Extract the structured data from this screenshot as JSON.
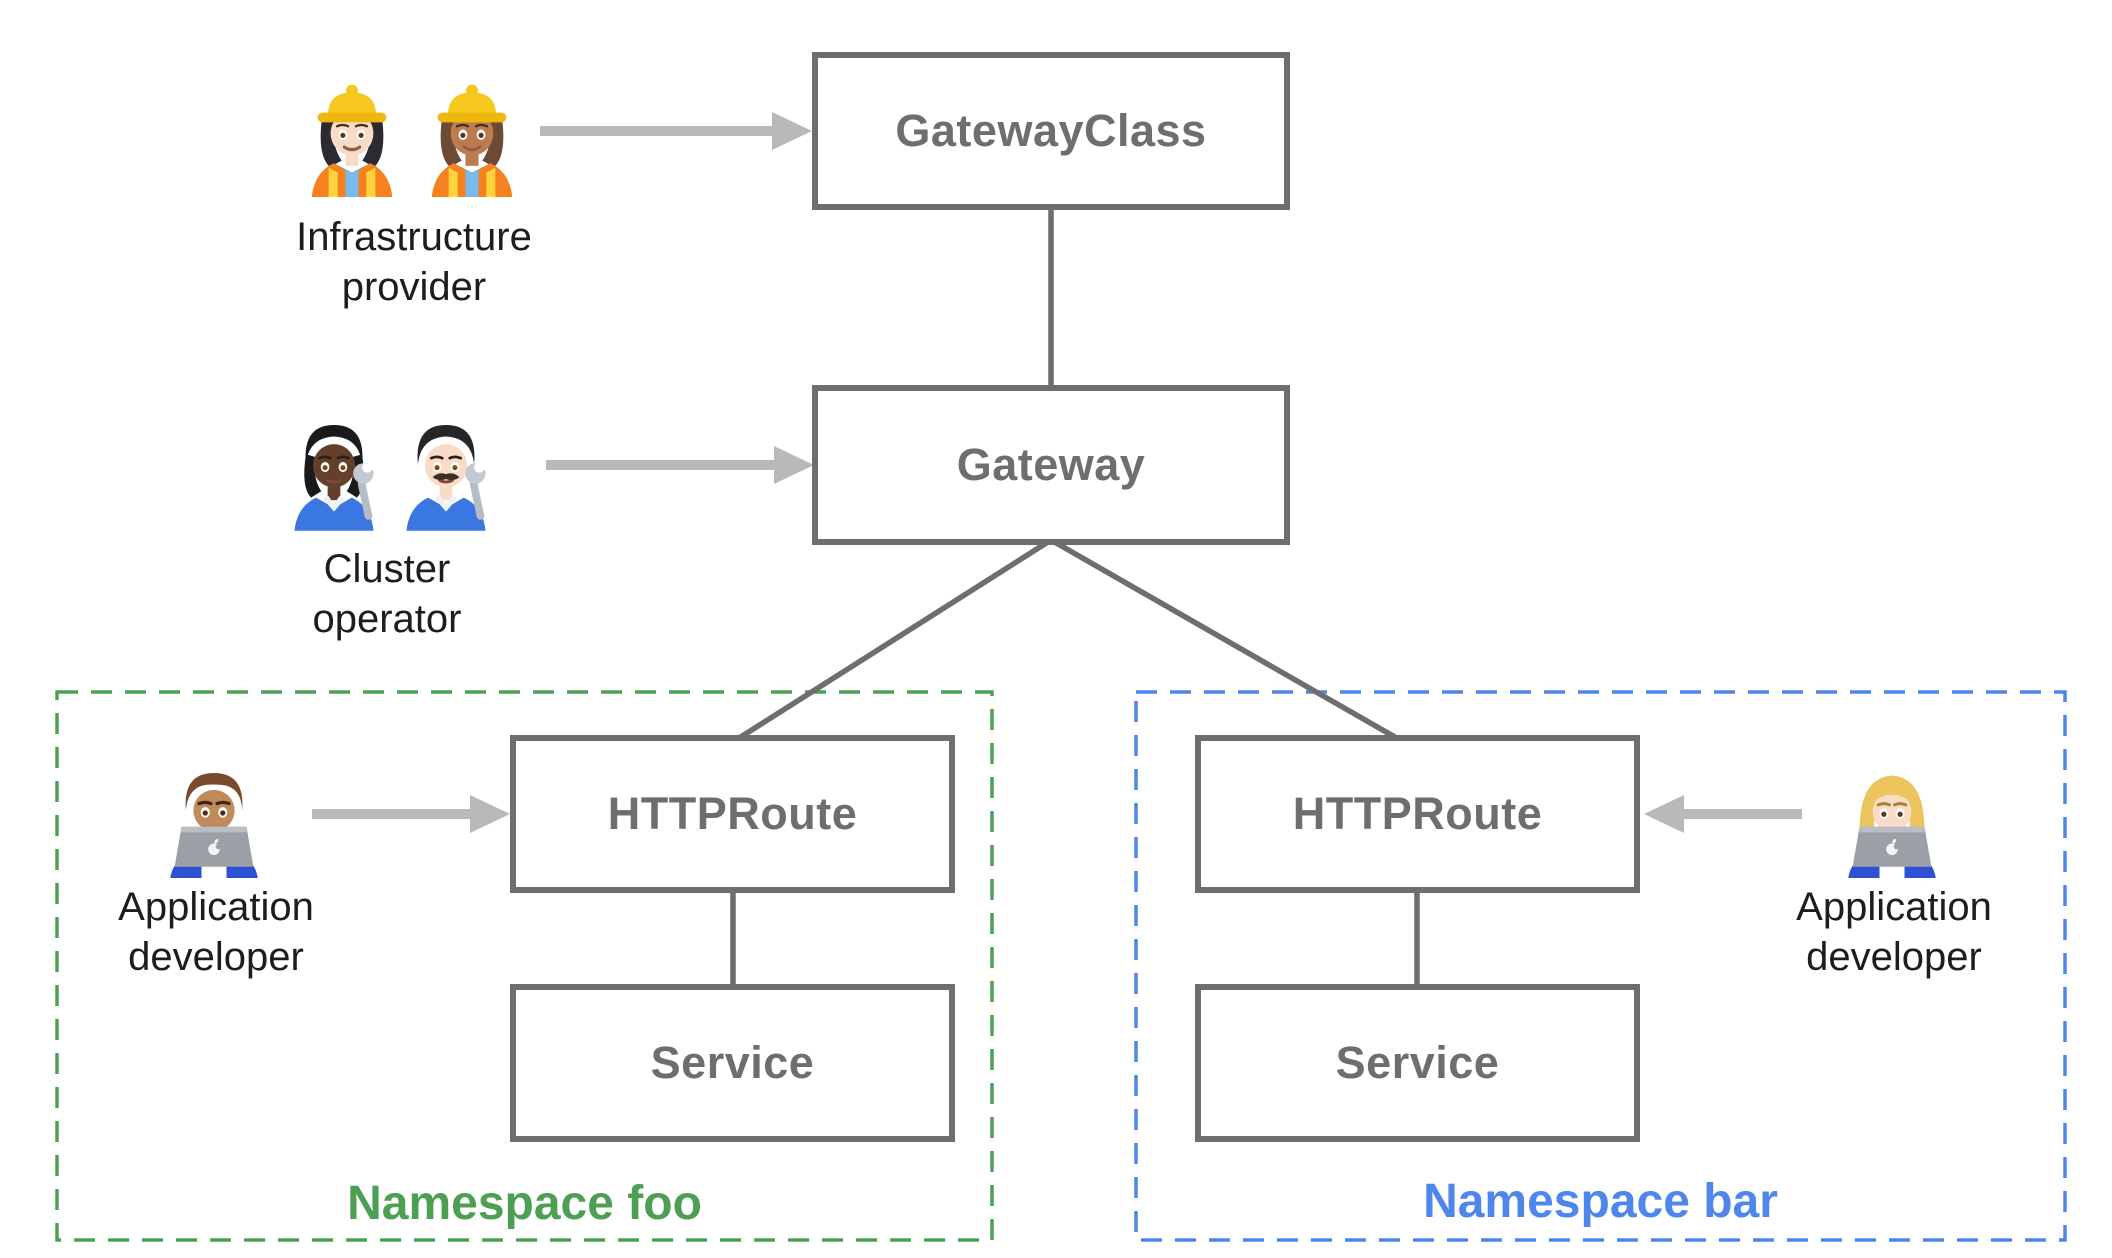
{
  "colors": {
    "box_border": "#6e6e6e",
    "box_text": "#6e6e6e",
    "connector": "#6e6e6e",
    "arrow": "#b9b9b9",
    "namespace_foo": "#4da053",
    "namespace_bar": "#4f86ec",
    "persona_text": "#1d1d1f"
  },
  "nodes": {
    "gateway_class": {
      "label": "GatewayClass"
    },
    "gateway": {
      "label": "Gateway"
    },
    "httproute_foo": {
      "label": "HTTPRoute"
    },
    "service_foo": {
      "label": "Service"
    },
    "httproute_bar": {
      "label": "HTTPRoute"
    },
    "service_bar": {
      "label": "Service"
    }
  },
  "namespaces": {
    "foo": {
      "label": "Namespace foo"
    },
    "bar": {
      "label": "Namespace bar"
    }
  },
  "personas": {
    "infrastructure_provider": {
      "label": "Infrastructure provider",
      "icons": [
        "woman-construction-worker-light-icon",
        "woman-construction-worker-medium-icon"
      ]
    },
    "cluster_operator": {
      "label": "Cluster operator",
      "icons": [
        "person-mechanic-dark-icon",
        "man-mechanic-light-icon"
      ]
    },
    "application_developer_foo": {
      "label": "Application developer",
      "icons": [
        "man-technologist-icon"
      ]
    },
    "application_developer_bar": {
      "label": "Application developer",
      "icons": [
        "woman-technologist-icon"
      ]
    }
  }
}
